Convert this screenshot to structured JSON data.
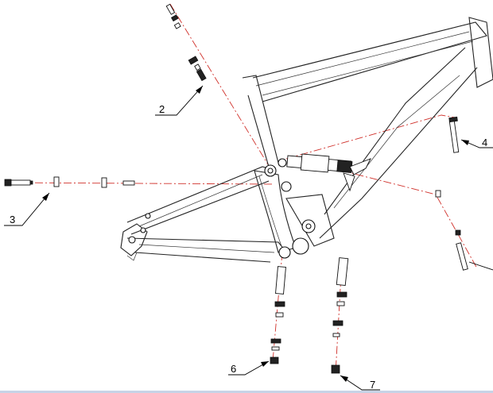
{
  "callouts": [
    {
      "id": "2",
      "label": "2"
    },
    {
      "id": "3",
      "label": "3"
    },
    {
      "id": "4",
      "label": "4"
    },
    {
      "id": "6",
      "label": "6"
    },
    {
      "id": "7",
      "label": "7"
    }
  ],
  "colors": {
    "line": "#222222",
    "axis": "#d0302a",
    "background": "#ffffff"
  },
  "icons": {
    "arrow": "leader-arrow-icon"
  }
}
